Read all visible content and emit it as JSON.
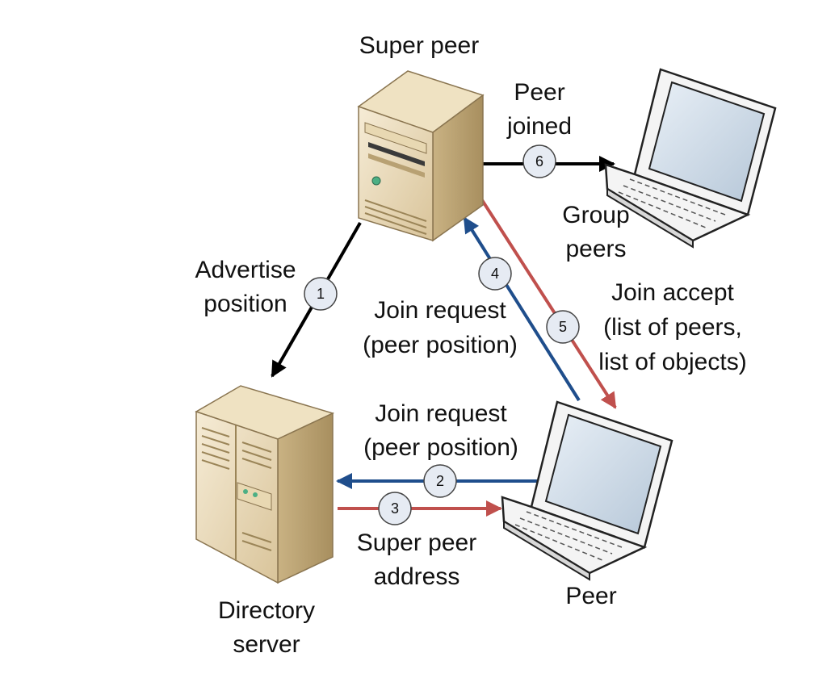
{
  "nodes": {
    "super_peer": {
      "label": "Super peer",
      "icon": "tower-server-icon"
    },
    "directory_server": {
      "label_lines": [
        "Directory",
        "server"
      ],
      "icon": "rack-server-icon"
    },
    "group_peers": {
      "label_lines": [
        "Group",
        "peers"
      ],
      "icon": "laptop-icon"
    },
    "peer": {
      "label": "Peer",
      "icon": "laptop-icon"
    }
  },
  "edges": {
    "e1": {
      "step": "1",
      "label_lines": [
        "Advertise",
        "position"
      ],
      "color": "#000000"
    },
    "e2": {
      "step": "2",
      "label_lines": [
        "Join request",
        "(peer position)"
      ],
      "color": "#1f4e8c"
    },
    "e3": {
      "step": "3",
      "label_lines": [
        "Super peer",
        "address"
      ],
      "color": "#c0504d"
    },
    "e4": {
      "step": "4",
      "label_lines": [
        "Join request",
        "(peer position)"
      ],
      "color": "#1f4e8c"
    },
    "e5": {
      "step": "5",
      "label_lines": [
        "Join accept",
        "(list of peers,",
        "list of objects)"
      ],
      "color": "#c0504d"
    },
    "e6": {
      "step": "6",
      "label_lines": [
        "Peer",
        "joined"
      ],
      "color": "#000000"
    }
  }
}
